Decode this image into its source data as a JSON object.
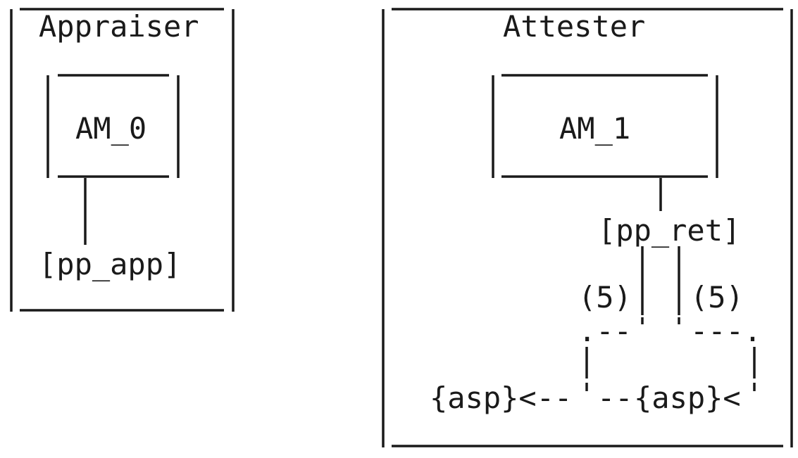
{
  "appraiser": {
    "title": "Appraiser",
    "module": "AM_0",
    "policy": "[pp_app]"
  },
  "attester": {
    "title": "Attester",
    "module": "AM_1",
    "policy": "[pp_ret]",
    "left_count": "(5)",
    "right_count": "(5)",
    "left_asp": "{asp}<--",
    "mid_dashes": "--",
    "right_asp": "{asp}<",
    "left_branch_top": ".--",
    "right_branch_top": "---."
  }
}
